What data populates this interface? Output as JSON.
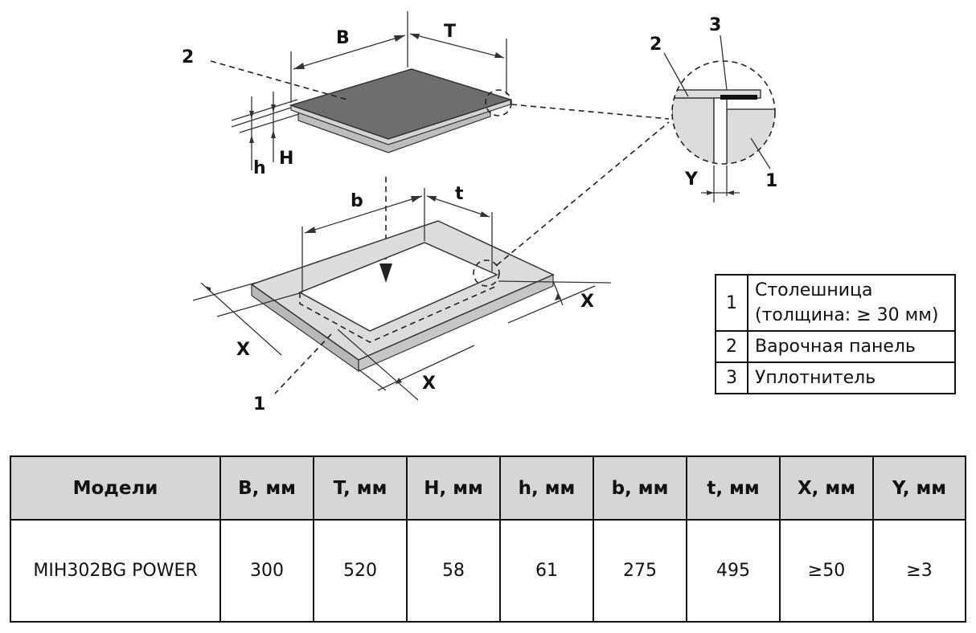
{
  "diagram": {
    "labels": {
      "B": "B",
      "T": "T",
      "H": "H",
      "h": "h",
      "b": "b",
      "t": "t",
      "X": "X",
      "Y": "Y",
      "part1": "1",
      "part2": "2",
      "part3": "3"
    },
    "colors": {
      "hob_top": "#6e6e6e",
      "countertop": "#dcdcdc",
      "edge": "#b8b8b8",
      "header_fill": "#d6d6d6"
    }
  },
  "legend": [
    {
      "num": "1",
      "text": "Столешница (толщина: ≥ 30 мм)"
    },
    {
      "num": "2",
      "text": "Варочная панель"
    },
    {
      "num": "3",
      "text": "Уплотнитель"
    }
  ],
  "specs": {
    "headers": [
      "Модели",
      "B, мм",
      "T, мм",
      "H, мм",
      "h, мм",
      "b, мм",
      "t, мм",
      "X, мм",
      "Y, мм"
    ],
    "rows": [
      [
        "MIH302BG POWER",
        "300",
        "520",
        "58",
        "61",
        "275",
        "495",
        "≥50",
        "≥3"
      ]
    ]
  }
}
